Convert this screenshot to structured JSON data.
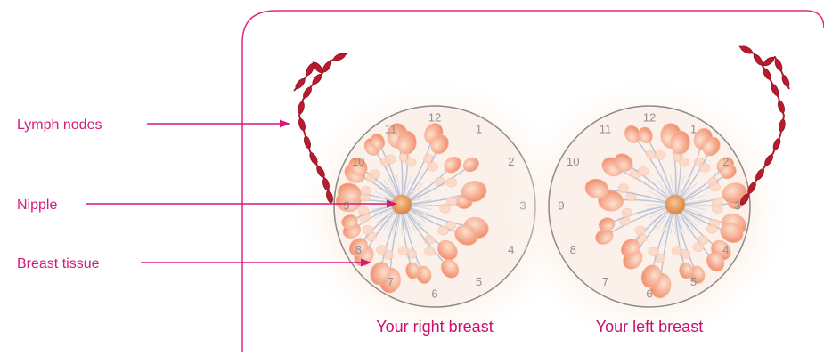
{
  "labels": {
    "lymph_nodes": "Lymph nodes",
    "nipple": "Nipple",
    "breast_tissue": "Breast tissue"
  },
  "captions": {
    "right_breast": "Your right breast",
    "left_breast": "Your left breast"
  },
  "clock_positions": [
    "12",
    "1",
    "2",
    "3",
    "4",
    "5",
    "6",
    "7",
    "8",
    "9",
    "10",
    "11"
  ],
  "colors": {
    "accent": "#d6197a",
    "frame": "#e0297f",
    "outline": "#8a8a8a",
    "lobe": "#f4a183",
    "lobe_light": "#fbd7c4",
    "duct": "#b9c2d6",
    "nipple": "#e39b5a",
    "lymph": "#b81a2e"
  },
  "icons": [
    "lymph-node-chain",
    "lobule",
    "milk-duct",
    "nipple"
  ]
}
